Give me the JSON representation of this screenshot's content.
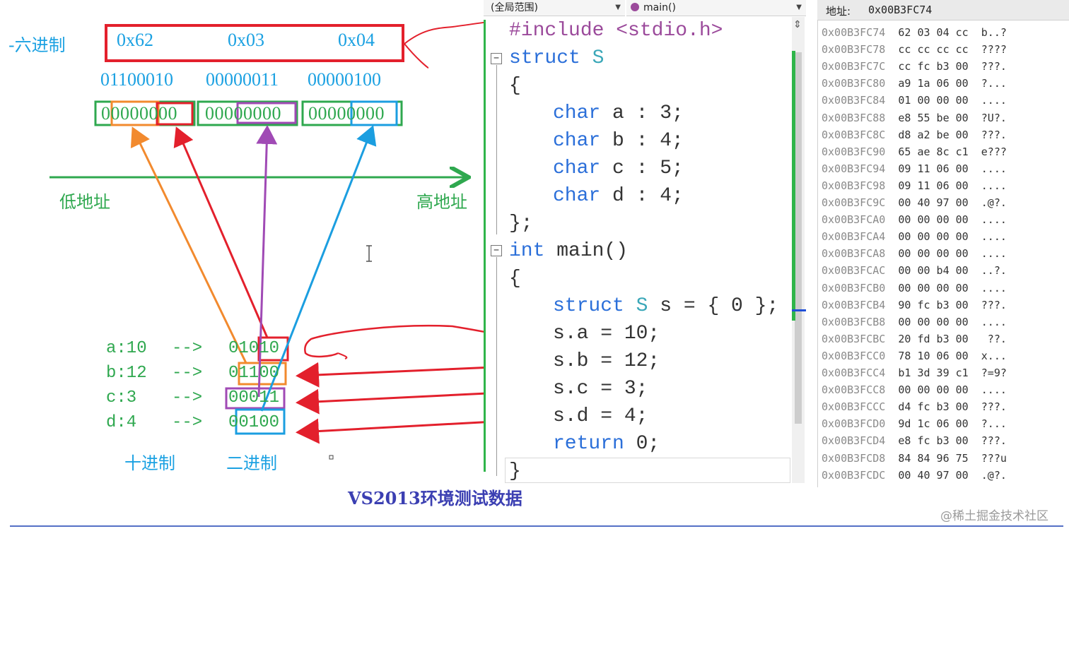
{
  "annotation": {
    "hex_label": "-六进制",
    "hex_values": [
      "0x62",
      "0x03",
      "0x04"
    ],
    "binary_bytes": [
      "01100010",
      "00000011",
      "00000100"
    ],
    "byte_cells": [
      "00000000",
      "00000000",
      "00000000"
    ],
    "low_address": "低地址",
    "high_address": "高地址",
    "fields": [
      {
        "decimal": "a:10",
        "arrow": "-->",
        "binary": "01010"
      },
      {
        "decimal": "b:12",
        "arrow": "-->",
        "binary": "01100"
      },
      {
        "decimal": "c:3",
        "arrow": "-->",
        "binary": "00011"
      },
      {
        "decimal": "d:4",
        "arrow": "-->",
        "binary": "00100"
      }
    ],
    "decimal_label": "十进制",
    "binary_label": "二进制",
    "caption": "VS2013环境测试数据",
    "colors": {
      "blue": "#1ba1e2",
      "green": "#2fa84f",
      "red": "#e3202c",
      "orange": "#f28a2e",
      "purple": "#a04ab5",
      "cyan": "#1b9ee0"
    }
  },
  "editor": {
    "scope_combo": "(全局范围)",
    "function_combo": "main()",
    "lines": [
      {
        "parts": [
          [
            "inc",
            "#include "
          ],
          [
            "inc",
            "<stdio.h>"
          ]
        ]
      },
      {
        "parts": [
          [
            "kw",
            "struct "
          ],
          [
            "ty",
            "S"
          ]
        ]
      },
      {
        "parts": [
          [
            "",
            "{"
          ]
        ]
      },
      {
        "parts": [
          [
            "kw",
            "char"
          ],
          [
            "",
            " a : 3;"
          ]
        ]
      },
      {
        "parts": [
          [
            "kw",
            "char"
          ],
          [
            "",
            " b : 4;"
          ]
        ]
      },
      {
        "parts": [
          [
            "kw",
            "char"
          ],
          [
            "",
            " c : 5;"
          ]
        ]
      },
      {
        "parts": [
          [
            "kw",
            "char"
          ],
          [
            "",
            " d : 4;"
          ]
        ]
      },
      {
        "parts": [
          [
            "",
            "};"
          ]
        ]
      },
      {
        "parts": [
          [
            "kw",
            "int"
          ],
          [
            "",
            " main()"
          ]
        ]
      },
      {
        "parts": [
          [
            "",
            "{"
          ]
        ]
      },
      {
        "parts": [
          [
            "kw",
            "struct "
          ],
          [
            "ty",
            "S"
          ],
          [
            "",
            " s = { 0 };"
          ]
        ]
      },
      {
        "parts": [
          [
            "",
            "s.a = 10;"
          ]
        ]
      },
      {
        "parts": [
          [
            "",
            "s.b = 12;"
          ]
        ]
      },
      {
        "parts": [
          [
            "",
            "s.c = 3;"
          ]
        ]
      },
      {
        "parts": [
          [
            "",
            "s.d = 4;"
          ]
        ]
      },
      {
        "parts": [
          [
            "kw",
            "return"
          ],
          [
            "",
            " 0;"
          ]
        ]
      },
      {
        "parts": [
          [
            "",
            "}"
          ]
        ]
      }
    ]
  },
  "memory": {
    "address_label": "地址:",
    "address_value": "0x00B3FC74",
    "rows": [
      {
        "addr": "0x00B3FC74",
        "bytes": "62 03 04 cc",
        "ascii": "b..?"
      },
      {
        "addr": "0x00B3FC78",
        "bytes": "cc cc cc cc",
        "ascii": "????"
      },
      {
        "addr": "0x00B3FC7C",
        "bytes": "cc fc b3 00",
        "ascii": "???."
      },
      {
        "addr": "0x00B3FC80",
        "bytes": "a9 1a 06 00",
        "ascii": "?..."
      },
      {
        "addr": "0x00B3FC84",
        "bytes": "01 00 00 00",
        "ascii": "...."
      },
      {
        "addr": "0x00B3FC88",
        "bytes": "e8 55 be 00",
        "ascii": "?U?."
      },
      {
        "addr": "0x00B3FC8C",
        "bytes": "d8 a2 be 00",
        "ascii": "???."
      },
      {
        "addr": "0x00B3FC90",
        "bytes": "65 ae 8c c1",
        "ascii": "e???"
      },
      {
        "addr": "0x00B3FC94",
        "bytes": "09 11 06 00",
        "ascii": "...."
      },
      {
        "addr": "0x00B3FC98",
        "bytes": "09 11 06 00",
        "ascii": "...."
      },
      {
        "addr": "0x00B3FC9C",
        "bytes": "00 40 97 00",
        "ascii": ".@?."
      },
      {
        "addr": "0x00B3FCA0",
        "bytes": "00 00 00 00",
        "ascii": "...."
      },
      {
        "addr": "0x00B3FCA4",
        "bytes": "00 00 00 00",
        "ascii": "...."
      },
      {
        "addr": "0x00B3FCA8",
        "bytes": "00 00 00 00",
        "ascii": "...."
      },
      {
        "addr": "0x00B3FCAC",
        "bytes": "00 00 b4 00",
        "ascii": "..?."
      },
      {
        "addr": "0x00B3FCB0",
        "bytes": "00 00 00 00",
        "ascii": "...."
      },
      {
        "addr": "0x00B3FCB4",
        "bytes": "90 fc b3 00",
        "ascii": "???."
      },
      {
        "addr": "0x00B3FCB8",
        "bytes": "00 00 00 00",
        "ascii": "...."
      },
      {
        "addr": "0x00B3FCBC",
        "bytes": "20 fd b3 00",
        "ascii": " ??."
      },
      {
        "addr": "0x00B3FCC0",
        "bytes": "78 10 06 00",
        "ascii": "x..."
      },
      {
        "addr": "0x00B3FCC4",
        "bytes": "b1 3d 39 c1",
        "ascii": "?=9?"
      },
      {
        "addr": "0x00B3FCC8",
        "bytes": "00 00 00 00",
        "ascii": "...."
      },
      {
        "addr": "0x00B3FCCC",
        "bytes": "d4 fc b3 00",
        "ascii": "???."
      },
      {
        "addr": "0x00B3FCD0",
        "bytes": "9d 1c 06 00",
        "ascii": "?..."
      },
      {
        "addr": "0x00B3FCD4",
        "bytes": "e8 fc b3 00",
        "ascii": "???."
      },
      {
        "addr": "0x00B3FCD8",
        "bytes": "84 84 96 75",
        "ascii": "???u"
      },
      {
        "addr": "0x00B3FCDC",
        "bytes": "00 40 97 00",
        "ascii": ".@?."
      }
    ]
  },
  "watermark": "@稀土掘金技术社区"
}
